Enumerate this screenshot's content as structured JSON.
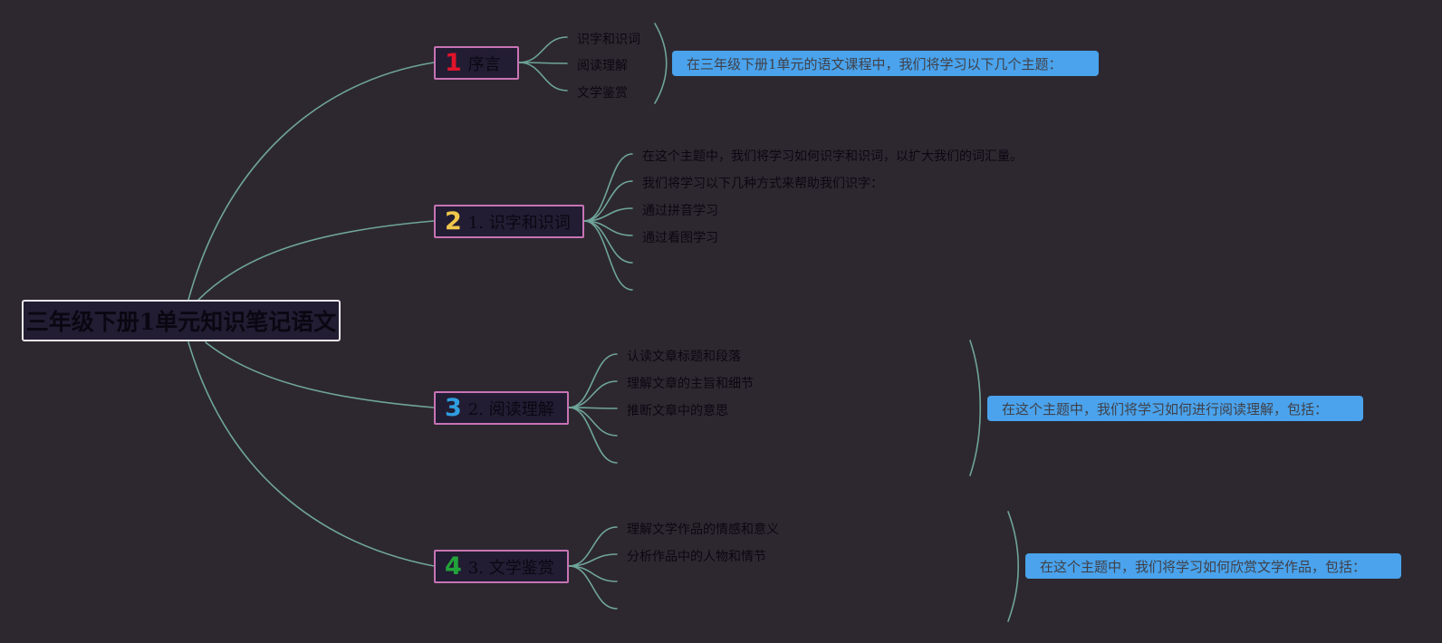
{
  "root": {
    "title": "三年级下册1单元知识笔记语文"
  },
  "colors": {
    "background": "#2d2830",
    "line": "#6fa59a",
    "topic_border": "#c873b4",
    "note_fill": "#4aa3ec",
    "num1": "#e0142b",
    "num2": "#f2c84b",
    "num3": "#2f9ee0",
    "num4": "#22a33a"
  },
  "topics": [
    {
      "number": "1",
      "number_icon": "number-one-icon",
      "label": "序言",
      "leaves": [
        "识字和识词",
        "阅读理解",
        "文学鉴赏"
      ],
      "note": "在三年级下册1单元的语文课程中，我们将学习以下几个主题："
    },
    {
      "number": "2",
      "number_icon": "number-two-icon",
      "label": "1. 识字和识词",
      "leaves": [
        "在这个主题中，我们将学习如何识字和识词，以扩大我们的词汇量。",
        "我们将学习以下几种方式来帮助我们识字：",
        "通过拼音学习",
        "通过看图学习",
        "",
        ""
      ]
    },
    {
      "number": "3",
      "number_icon": "number-three-icon",
      "label": "2. 阅读理解",
      "leaves": [
        "认读文章标题和段落",
        "理解文章的主旨和细节",
        "推断文章中的意思",
        "",
        ""
      ],
      "note": "在这个主题中，我们将学习如何进行阅读理解，包括："
    },
    {
      "number": "4",
      "number_icon": "number-four-icon",
      "label": "3. 文学鉴赏",
      "leaves": [
        "理解文学作品的情感和意义",
        "分析作品中的人物和情节",
        "",
        ""
      ],
      "note": "在这个主题中，我们将学习如何欣赏文学作品，包括："
    }
  ]
}
